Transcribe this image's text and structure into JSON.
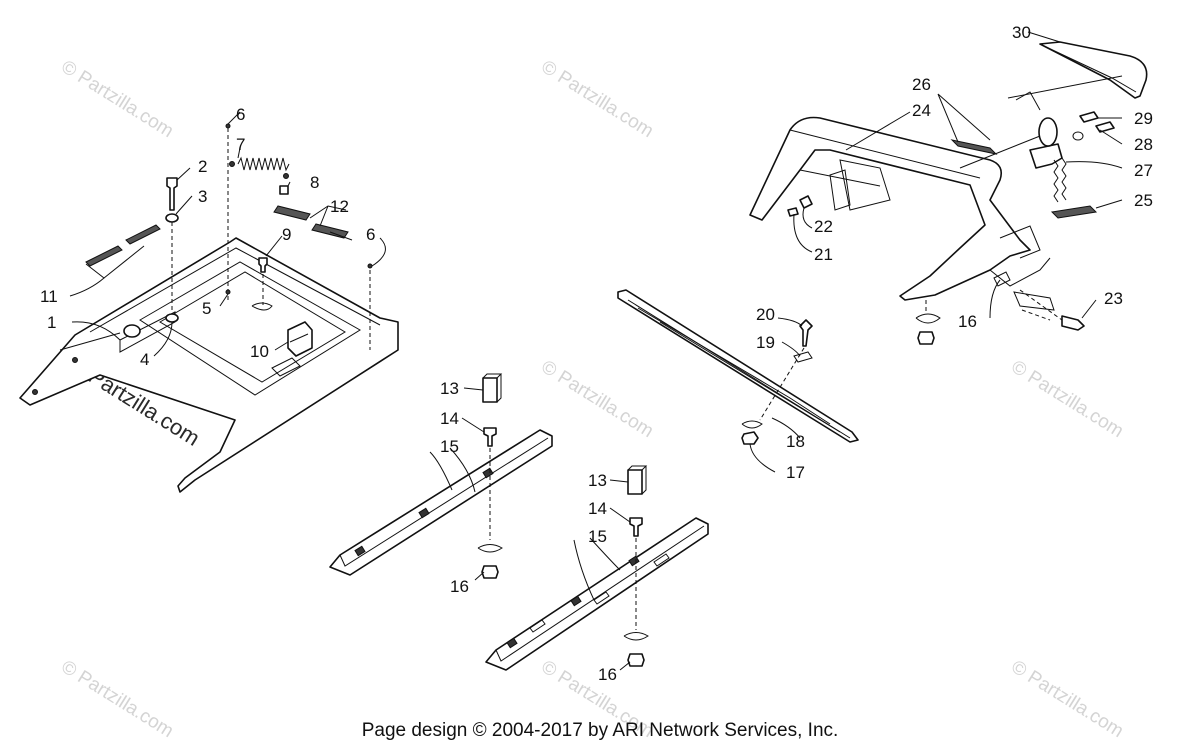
{
  "footer": "Page design © 2004-2017 by ARI Network Services, Inc.",
  "watermark": "© Partzilla.com",
  "callouts": {
    "c1": "1",
    "c2": "2",
    "c3": "3",
    "c4": "4",
    "c5": "5",
    "c6a": "6",
    "c6b": "6",
    "c7": "7",
    "c8": "8",
    "c9": "9",
    "c10": "10",
    "c11": "11",
    "c12": "12",
    "c13a": "13",
    "c13b": "13",
    "c14a": "14",
    "c14b": "14",
    "c15a": "15",
    "c15b": "15",
    "c16a": "16",
    "c16b": "16",
    "c16c": "16",
    "c17": "17",
    "c18": "18",
    "c19": "19",
    "c20": "20",
    "c21": "21",
    "c22": "22",
    "c23": "23",
    "c24": "24",
    "c25": "25",
    "c26": "26",
    "c27": "27",
    "c28": "28",
    "c29": "29",
    "c30": "30"
  },
  "colors": {
    "line": "#111111",
    "watermark": "#d4d4d4",
    "background": "#ffffff"
  }
}
